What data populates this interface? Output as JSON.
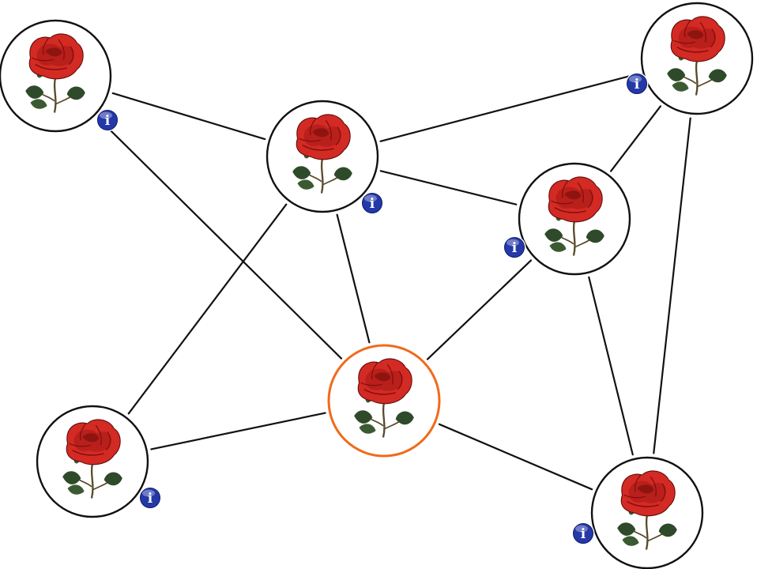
{
  "colors": {
    "edge": "#111111",
    "node_border": "#111111",
    "selected_border": "#f06a1c",
    "info_badge": "#2438a8",
    "rose_petal": "#d42a24",
    "rose_dark": "#9e1512",
    "leaf": "#2f4a2a",
    "stem": "#5a4a2a"
  },
  "info_glyph": "i",
  "nodes": [
    {
      "id": "n1",
      "icon": "rose-icon",
      "selected": false,
      "info": true
    },
    {
      "id": "n2",
      "icon": "rose-icon",
      "selected": false,
      "info": true
    },
    {
      "id": "n3",
      "icon": "rose-icon",
      "selected": false,
      "info": true
    },
    {
      "id": "n4",
      "icon": "rose-icon",
      "selected": false,
      "info": true
    },
    {
      "id": "n5",
      "icon": "rose-icon",
      "selected": true,
      "info": false
    },
    {
      "id": "n6",
      "icon": "rose-icon",
      "selected": false,
      "info": true
    },
    {
      "id": "n7",
      "icon": "rose-icon",
      "selected": false,
      "info": true
    }
  ],
  "edges": [
    [
      "n1",
      "n2"
    ],
    [
      "n1",
      "n5"
    ],
    [
      "n2",
      "n3"
    ],
    [
      "n2",
      "n4"
    ],
    [
      "n2",
      "n5"
    ],
    [
      "n2",
      "n6"
    ],
    [
      "n3",
      "n4"
    ],
    [
      "n3",
      "n7"
    ],
    [
      "n4",
      "n5"
    ],
    [
      "n4",
      "n7"
    ],
    [
      "n5",
      "n6"
    ],
    [
      "n5",
      "n7"
    ]
  ]
}
